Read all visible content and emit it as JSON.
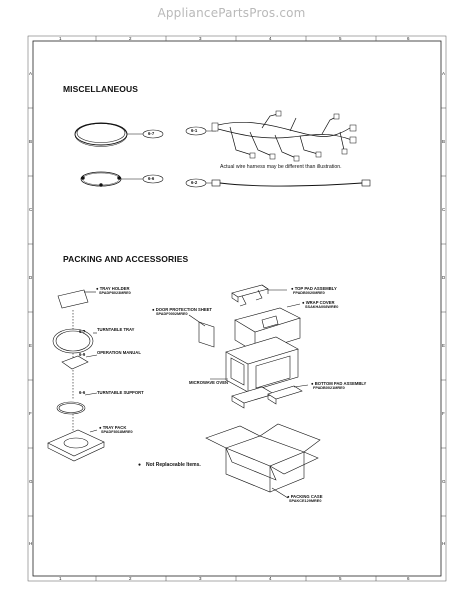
{
  "watermark": "AppliancePartsPros.com",
  "border": {
    "columns": [
      "1",
      "2",
      "3",
      "4",
      "5",
      "6"
    ],
    "rows": [
      "A",
      "B",
      "C",
      "D",
      "E",
      "F",
      "G",
      "H"
    ]
  },
  "miscellaneous": {
    "title": "MISCELLANEOUS",
    "callouts": [
      "6-7",
      "6-6",
      "6-1",
      "6-2"
    ],
    "wire_note": "Actual wire harness may be different than illustration."
  },
  "packing": {
    "title": "PACKING AND ACCESSORIES",
    "items": [
      {
        "name": "TRAY HOLDER",
        "code": "SPADP8023MRE0"
      },
      {
        "name": "DOOR PROTECTION SHEET",
        "code": "SPADF0002MRE0"
      },
      {
        "name": "TOP PAD ASSEMBLY",
        "code": "FPADB0020MRE0"
      },
      {
        "name": "TURNTABLE TRAY",
        "code": ""
      },
      {
        "name": "WRAP COVER",
        "code": "SSAKHA008WRE0"
      },
      {
        "name": "OPERATION MANUAL",
        "code": ""
      },
      {
        "name": "MICROWAVE OVEN",
        "code": ""
      },
      {
        "name": "BOTTOM PAD ASSEMBLY",
        "code": "FPADB0021MRE0"
      },
      {
        "name": "TURNTABLE SUPPORT",
        "code": ""
      },
      {
        "name": "TRAY PACK",
        "code": "SPADF8018MRE0"
      },
      {
        "name": "PACKING CASE",
        "code": "SPAKCE129MRE0"
      }
    ],
    "callouts": [
      "6-7",
      "6-9",
      "6-6"
    ],
    "not_replaceable": "Not Replaceable Items."
  }
}
